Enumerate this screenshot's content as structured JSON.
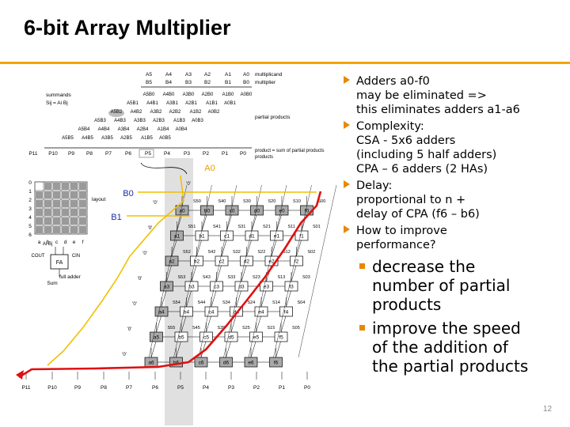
{
  "slide": {
    "title": "6-bit Array Multiplier",
    "page_number": "12",
    "accent_color": "#f5a300"
  },
  "diagram": {
    "header": {
      "a_row": [
        "A5",
        "A4",
        "A3",
        "A2",
        "A1",
        "A0"
      ],
      "b_row": [
        "B5",
        "B4",
        "B3",
        "B2",
        "B1",
        "B0"
      ],
      "multiplicand": "multiplicand",
      "multiplier": "multiplier",
      "summands": "summands",
      "summand_formula": "Sij = Ai Bj",
      "partial_products": "partial products",
      "product_note": "product = sum of partial products",
      "pp_rows": [
        [
          "A5B0",
          "A4B0",
          "A3B0",
          "A2B0",
          "A1B0",
          "A0B0"
        ],
        [
          "A5B1",
          "A4B1",
          "A3B1",
          "A2B1",
          "A1B1",
          "A0B1"
        ],
        [
          "A5B2",
          "A4B2",
          "A3B2",
          "A2B2",
          "A1B2",
          "A0B2"
        ],
        [
          "A5B3",
          "A4B3",
          "A3B3",
          "A2B3",
          "A1B3",
          "A0B3"
        ],
        [
          "A5B4",
          "A4B4",
          "A3B4",
          "A2B4",
          "A1B4",
          "A0B4"
        ],
        [
          "A5B5",
          "A4B5",
          "A3B5",
          "A2B5",
          "A1B5",
          "A0B5"
        ]
      ],
      "p_row": [
        "P11",
        "P10",
        "P9",
        "P8",
        "P7",
        "P6",
        "P5",
        "P4",
        "P3",
        "P2",
        "P1",
        "P0"
      ]
    },
    "layout": {
      "caption": "layout",
      "row_labels": [
        "0",
        "1",
        "2",
        "3",
        "4",
        "5",
        "6"
      ],
      "col_labels": [
        "a",
        "b",
        "c",
        "d",
        "e",
        "f"
      ]
    },
    "full_adder": {
      "caption": "full adder",
      "block": "FA",
      "cout": "COUT",
      "cin": "CIN",
      "sum": "Sum",
      "inputs": "Ai Bj"
    },
    "signals": {
      "a0": "A0",
      "b0": "B0",
      "b1": "B1",
      "zero": "'0'"
    },
    "cell_rows": [
      [
        "a0",
        "b0",
        "c0",
        "d0",
        "e0",
        "f0"
      ],
      [
        "a1",
        "b1",
        "c1",
        "d1",
        "e1",
        "f1"
      ],
      [
        "a2",
        "b2",
        "c2",
        "d2",
        "e2",
        "f2"
      ],
      [
        "a3",
        "b3",
        "c3",
        "d3",
        "e3",
        "f3"
      ],
      [
        "a4",
        "b4",
        "c4",
        "d4",
        "e4",
        "f4"
      ],
      [
        "a5",
        "b5",
        "c5",
        "d5",
        "e5",
        "f5"
      ],
      [
        "a6",
        "b6",
        "c6",
        "d6",
        "e6",
        "f6"
      ]
    ],
    "s_labels": [
      [
        "S50",
        "S40",
        "S30",
        "S20",
        "S10",
        "S00"
      ],
      [
        "S51",
        "S41",
        "S31",
        "S21",
        "S11",
        "S01"
      ],
      [
        "S52",
        "S42",
        "S32",
        "S22",
        "S12",
        "S02"
      ],
      [
        "S53",
        "S43",
        "S33",
        "S23",
        "S13",
        "S03"
      ],
      [
        "S54",
        "S44",
        "S34",
        "S24",
        "S14",
        "S04"
      ],
      [
        "S55",
        "S45",
        "S35",
        "S25",
        "S15",
        "S05"
      ]
    ],
    "bottom_p": [
      "P11",
      "P10",
      "P9",
      "P8",
      "P7",
      "P6",
      "P5",
      "P4",
      "P3",
      "P2",
      "P1",
      "P0"
    ],
    "path_colors": {
      "delay_path": "#e01010",
      "critical_path": "#f0c000",
      "highlight": "#b4b4b4"
    }
  },
  "bullets": [
    {
      "lines": [
        "Adders a0-f0",
        "may be eliminated =>",
        "this eliminates adders a1-a6"
      ]
    },
    {
      "lines": [
        "Complexity:",
        "CSA - 5x6 adders",
        "(including 5 half adders)",
        "CPA – 6 adders (2 HAs)"
      ]
    },
    {
      "lines": [
        "Delay:",
        "proportional to n +",
        "delay of CPA (f6 – b6)"
      ]
    },
    {
      "lines": [
        "How to improve",
        "performance?"
      ]
    }
  ],
  "sub_bullets": [
    {
      "lines": [
        "decrease the",
        "number of partial",
        "products"
      ]
    },
    {
      "lines": [
        "improve the speed",
        "of the addition of",
        "the partial products"
      ]
    }
  ]
}
